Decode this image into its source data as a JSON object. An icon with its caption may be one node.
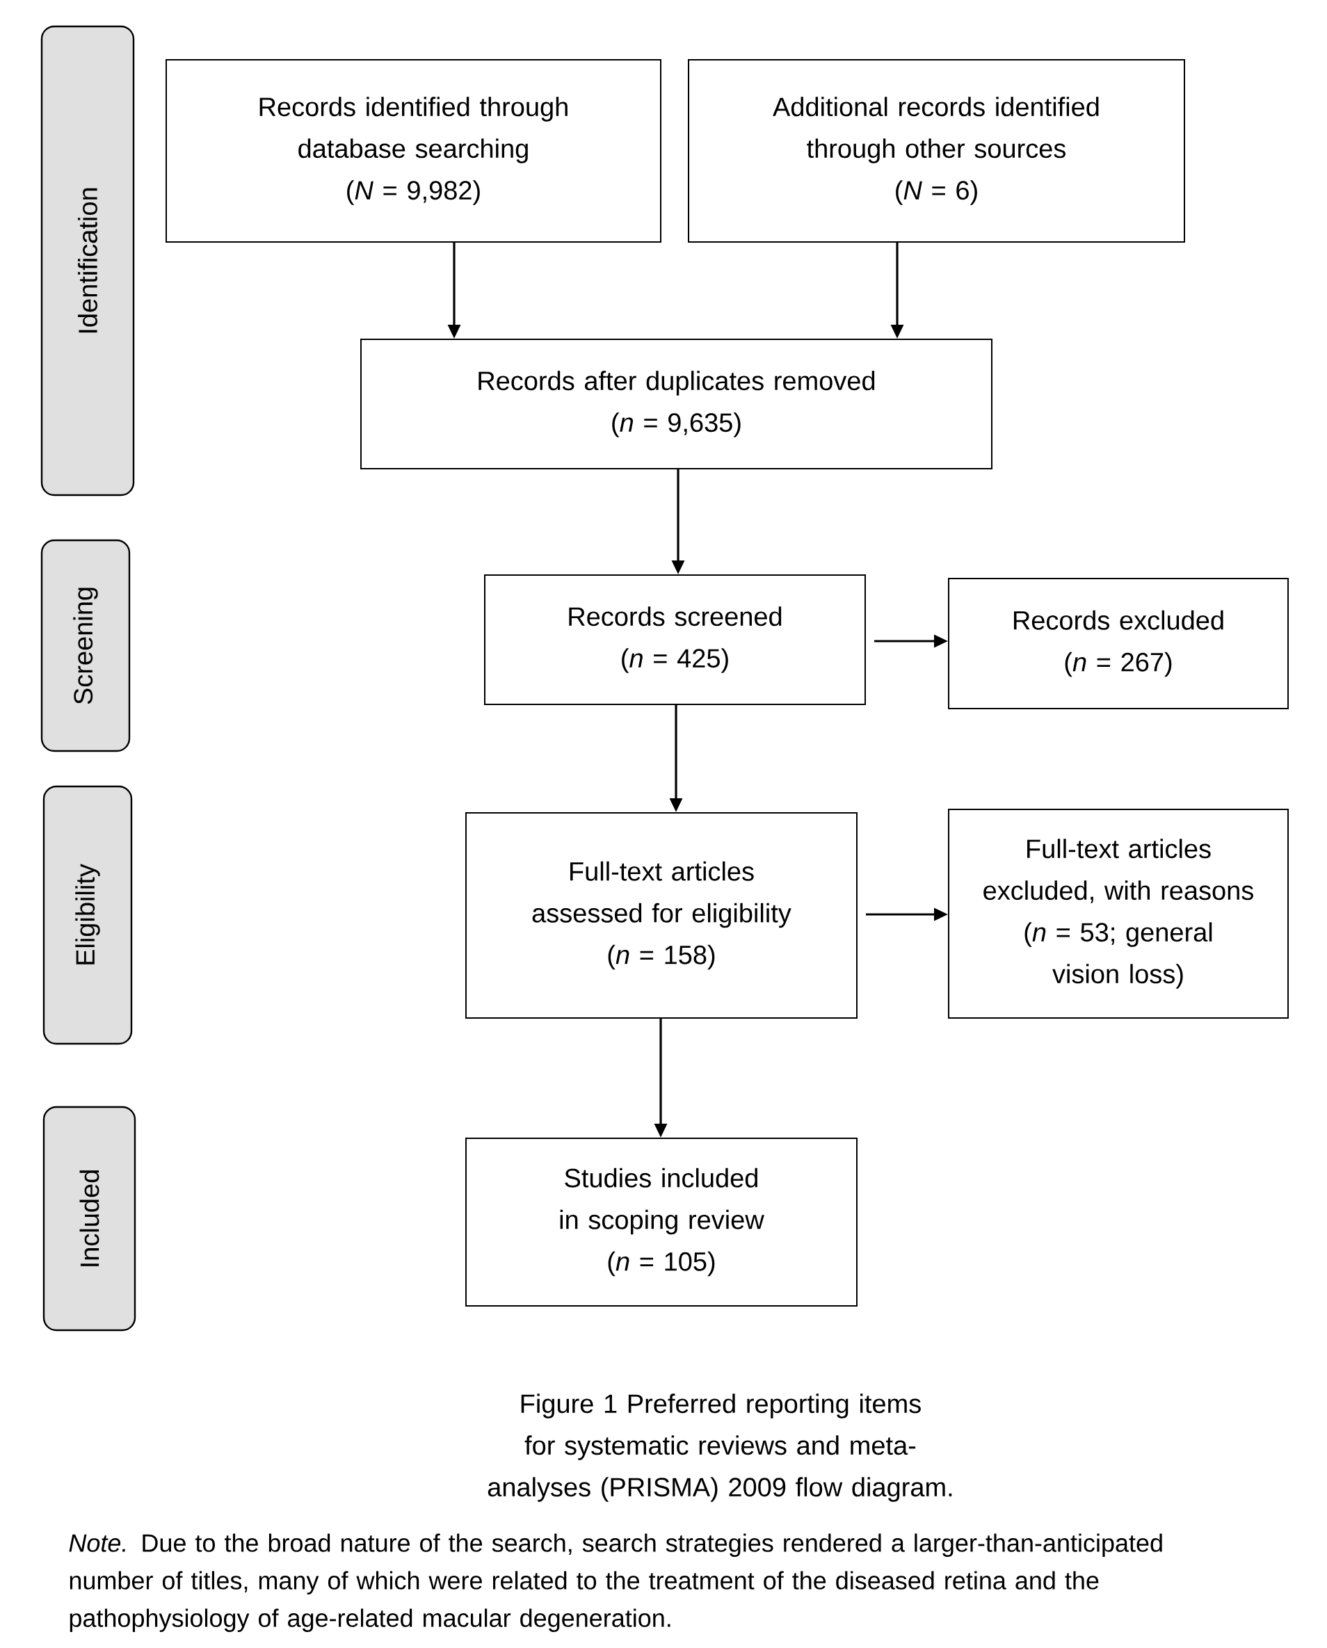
{
  "diagram": {
    "caption": "Figure 1 Preferred reporting items for systematic reviews and meta-analyses (PRISMA) 2009 flow diagram.",
    "nodes": [
      {
        "text": [
          "Records identified through database searching",
          "(*N* = 9,982)"
        ]
      },
      {
        "text": [
          "Additional records identified through other sources",
          "(*N* = 6)"
        ]
      },
      {
        "text": [
          "Records after duplicates removed",
          "(*n* = 9,635)"
        ]
      },
      {
        "text": [
          "Records screened",
          "(*n* = 425)"
        ]
      },
      {
        "text": [
          "Records excluded",
          "(*n* = 267)"
        ]
      },
      {
        "text": [
          "Full-text articles assessed for eligibility",
          "(*n* = 158)"
        ]
      },
      {
        "text": [
          "Full-text articles excluded, with reasons",
          "(*n* = 53; general vision loss)"
        ]
      },
      {
        "text": [
          "Studies included in scoping review",
          "(*n* = 105)"
        ]
      },
      {
        "text": [
          "Identification"
        ]
      },
      {
        "text": [
          "Screening"
        ]
      },
      {
        "text": [
          "Eligibility"
        ]
      },
      {
        "text": [
          "Included"
        ]
      }
    ],
    "edges": [
      {
        "from": 0,
        "to": 2,
        "arrow": "to"
      },
      {
        "from": 1,
        "to": 2,
        "arrow": "to"
      },
      {
        "from": 2,
        "to": 3,
        "arrow": "to"
      },
      {
        "from": 3,
        "to": 4,
        "arrow": "to"
      },
      {
        "from": 3,
        "to": 5,
        "arrow": "to"
      },
      {
        "from": 5,
        "to": 6,
        "arrow": "to"
      },
      {
        "from": 5,
        "to": 7,
        "arrow": "to"
      }
    ],
    "labels": [
      "*Note.* Due to the broad nature of the search, search strategies rendered a larger-than-anticipated number of titles, many of which were related to the treatment of the diseased retina and the pathophysiology of age-related macular degeneration."
    ]
  }
}
